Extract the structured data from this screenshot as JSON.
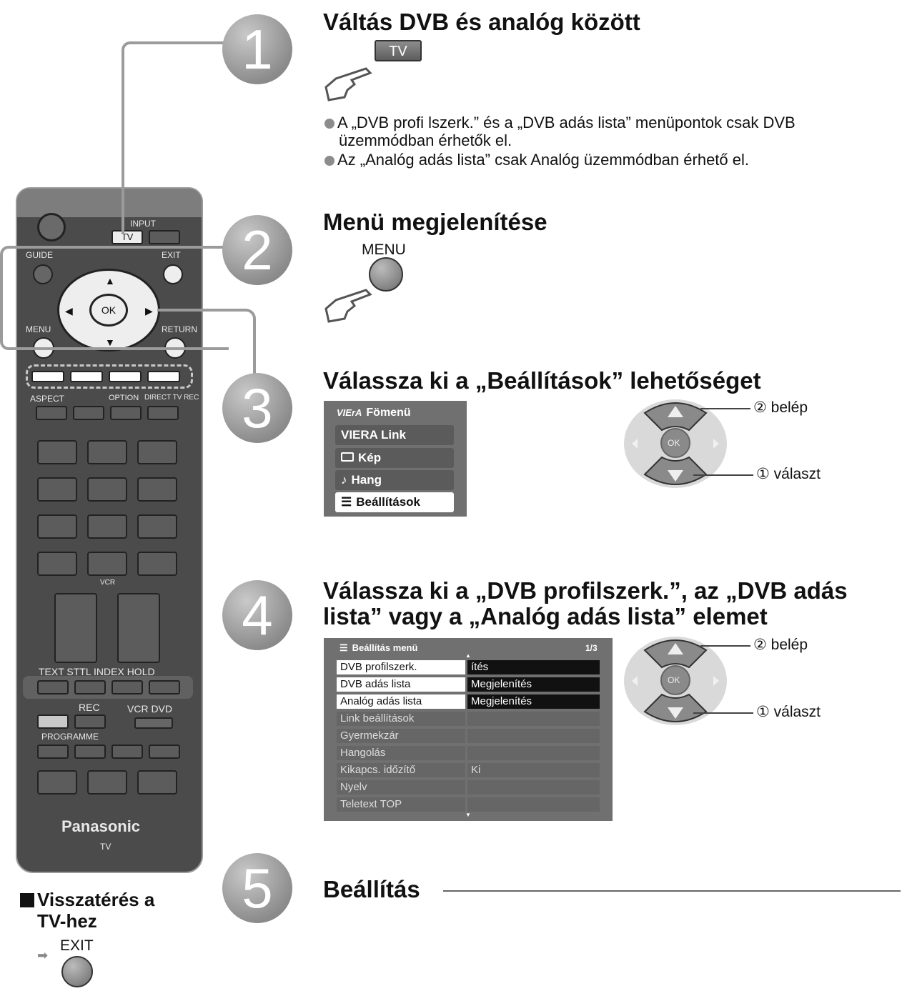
{
  "steps": [
    {
      "number": "1",
      "title": "Váltás DVB és analóg között"
    },
    {
      "number": "2",
      "title": "Menü megjelenítése"
    },
    {
      "number": "3",
      "title": "Válassza ki a „Beállítások” lehetőséget"
    },
    {
      "number": "4",
      "title_line1": "Válassza ki a „DVB profilszerk.”, az „DVB adás",
      "title_line2": "lista” vagy a „Analóg adás lista” elemet"
    },
    {
      "number": "5",
      "title": "Beállítás"
    }
  ],
  "step1": {
    "tv_key": "TV",
    "notes": [
      "A „DVB profi lszerk.” és a „DVB adás lista” menüpontok csak DVB",
      "üzemmódban érhetők el.",
      "Az „Analóg adás lista” csak Analóg üzemmódban érhető el."
    ]
  },
  "step2": {
    "menu_key": "MENU"
  },
  "main_menu": {
    "brand": "VIErA",
    "title": "Fömenü",
    "items": [
      "VIERA Link",
      "Kép",
      "Hang",
      "Beállítások"
    ]
  },
  "nav_hint": {
    "ok": "OK",
    "enter": "② belép",
    "select": "① választ"
  },
  "settings_menu": {
    "title": "Beállítás menü",
    "page": "1/3",
    "rows": [
      {
        "label": "DVB profilszerk.",
        "value": "ítés"
      },
      {
        "label": "DVB adás lista",
        "value": "Megjelenítés"
      },
      {
        "label": "Analóg adás lista",
        "value": "Megjelenítés"
      },
      {
        "label": "Link beállítások",
        "value": ""
      },
      {
        "label": "Gyermekzár",
        "value": ""
      },
      {
        "label": "Hangolás",
        "value": ""
      },
      {
        "label": "Kikapcs. időzítő",
        "value": "Ki"
      },
      {
        "label": "Nyelv",
        "value": ""
      },
      {
        "label": "Teletext TOP",
        "value": ""
      }
    ]
  },
  "remote": {
    "input": "INPUT",
    "tv": "TV",
    "guide": "GUIDE",
    "exit": "EXIT",
    "ok": "OK",
    "menu": "MENU",
    "return": "RETURN",
    "aspect": "ASPECT",
    "option": "OPTION",
    "direct": "DIRECT TV REC",
    "vcr": "VCR",
    "text_row": "TEXT STTL INDEX HOLD",
    "rec": "REC",
    "vcr_dvd": "VCR DVD",
    "programme": "PROGRAMME",
    "brand": "Panasonic",
    "brand_sub": "TV"
  },
  "return_note": {
    "line1": "Visszatérés a",
    "line2": "TV-hez",
    "key": "EXIT"
  }
}
